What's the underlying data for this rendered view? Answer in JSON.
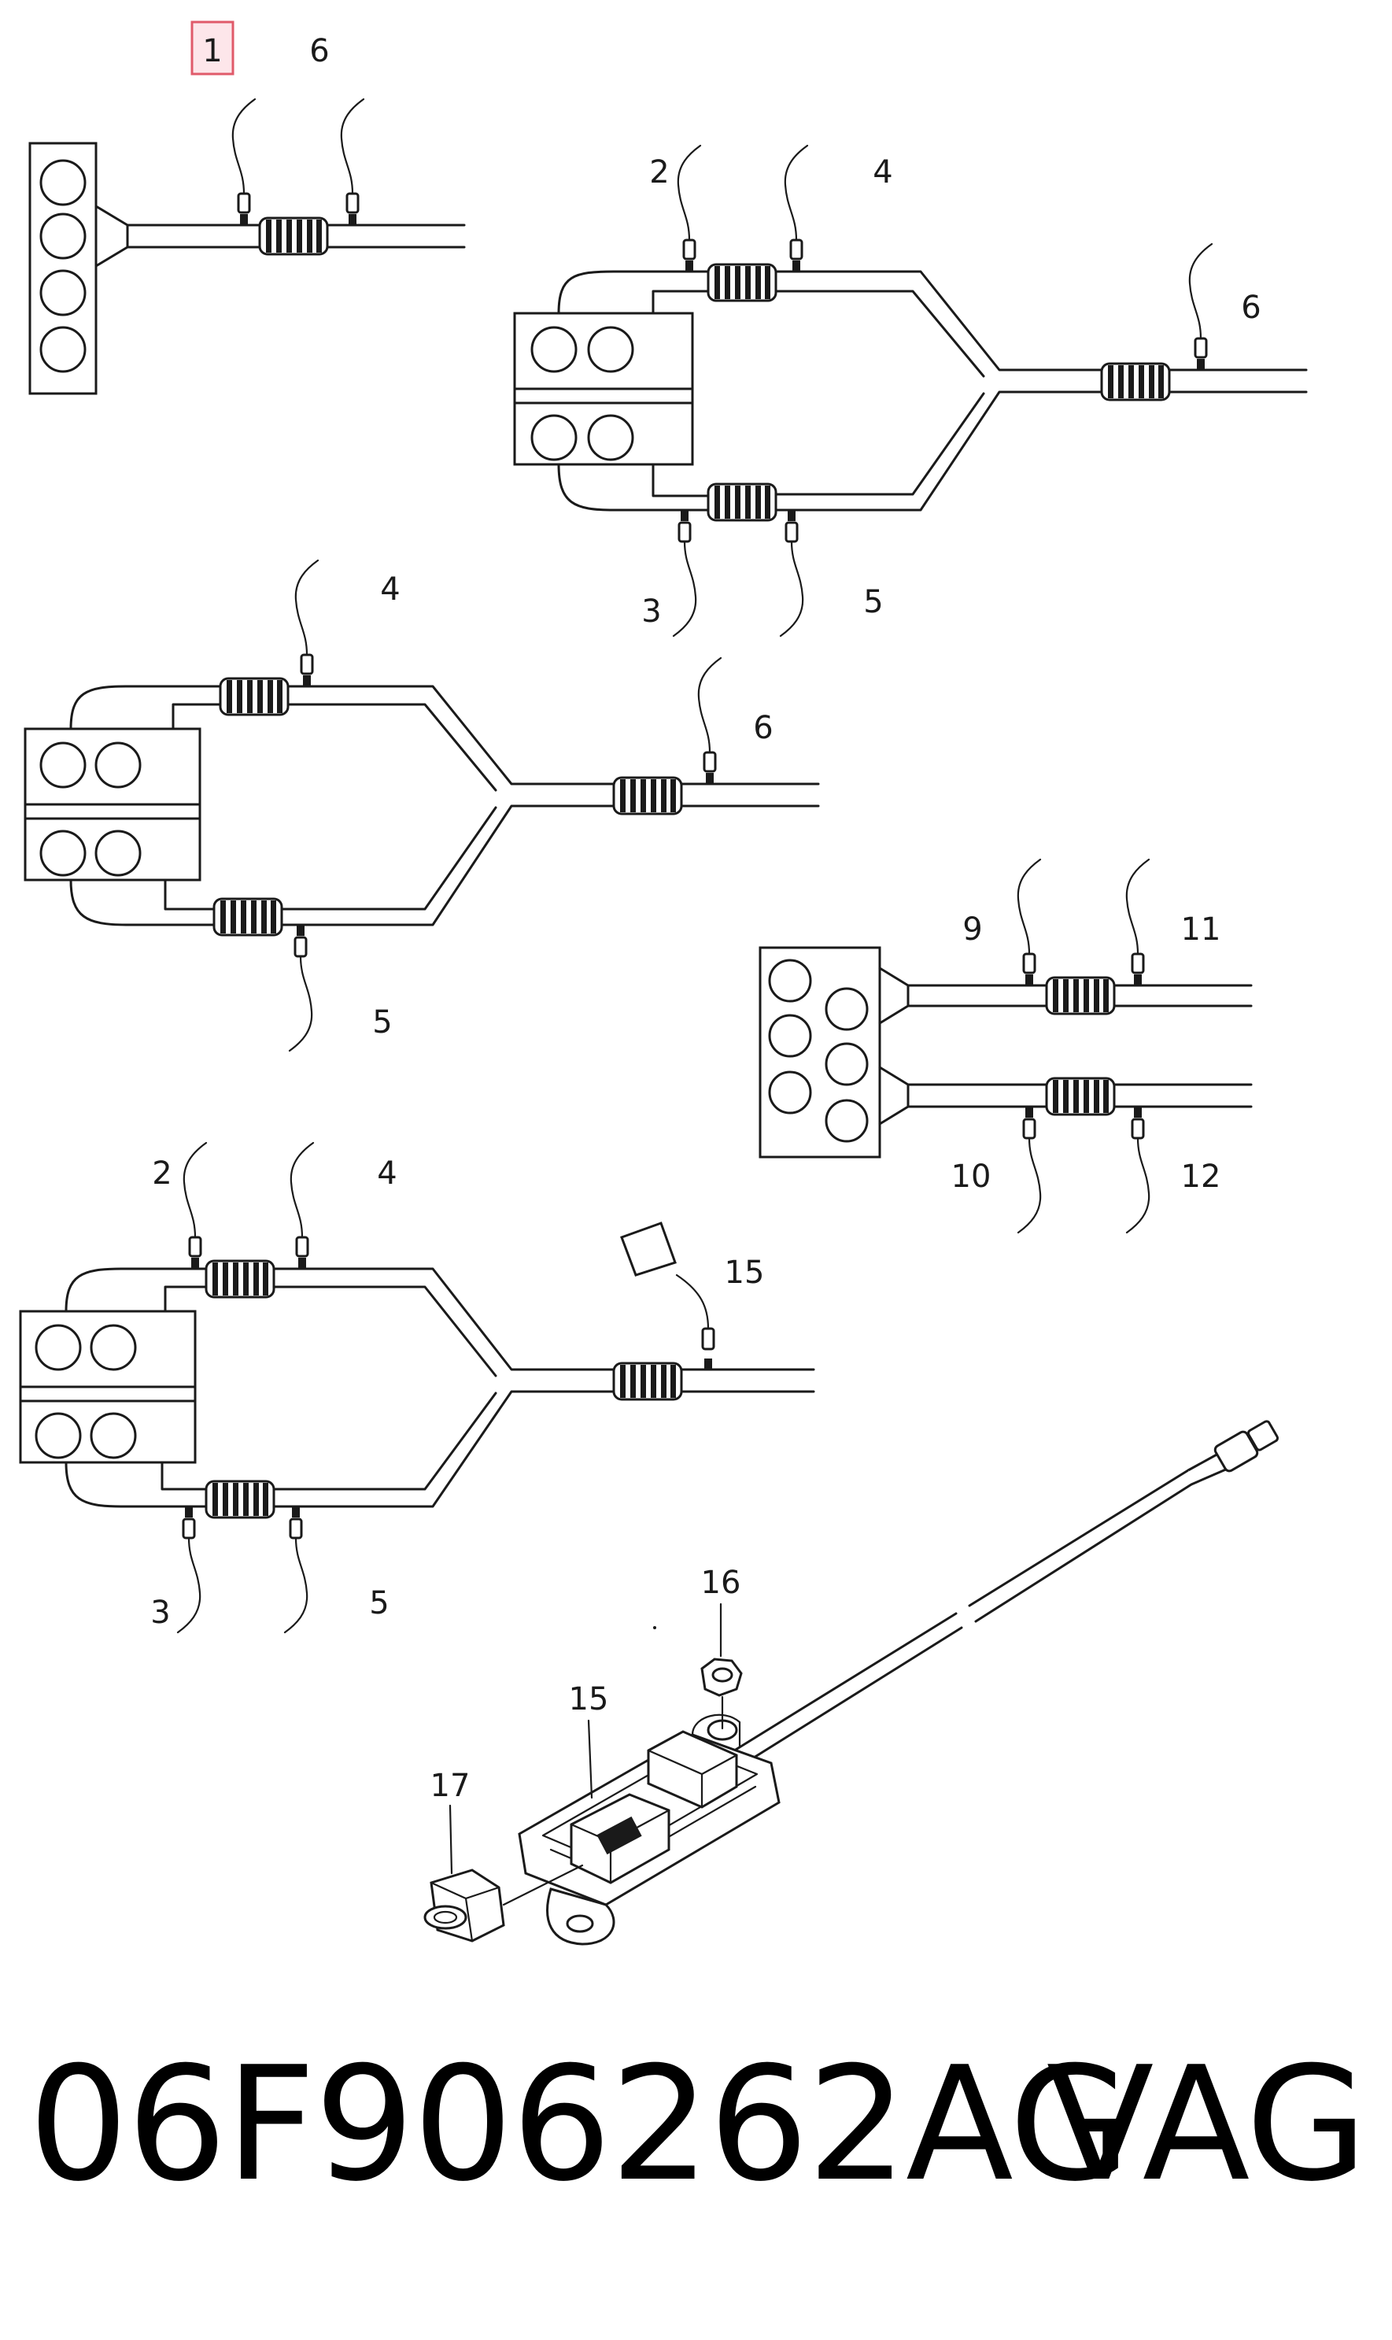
{
  "callouts": {
    "c1": "1",
    "c6a": "6",
    "c2a": "2",
    "c4a": "4",
    "c6b": "6",
    "c3a": "3",
    "c5a": "5",
    "c4b": "4",
    "c6c": "6",
    "c5b": "5",
    "c9": "9",
    "c11": "11",
    "c10": "10",
    "c12": "12",
    "c2b": "2",
    "c4c": "4",
    "c15a": "15",
    "c3b": "3",
    "c5c": "5",
    "c16": "16",
    "c15b": "15",
    "c17": "17"
  },
  "footer": {
    "part_number": "06F906262AG",
    "brand": "VAG"
  },
  "colors": {
    "line": "#1a1a1a",
    "highlight_border": "#e05a6a",
    "highlight_fill": "#fde6ea"
  },
  "highlighted_callout": "1"
}
